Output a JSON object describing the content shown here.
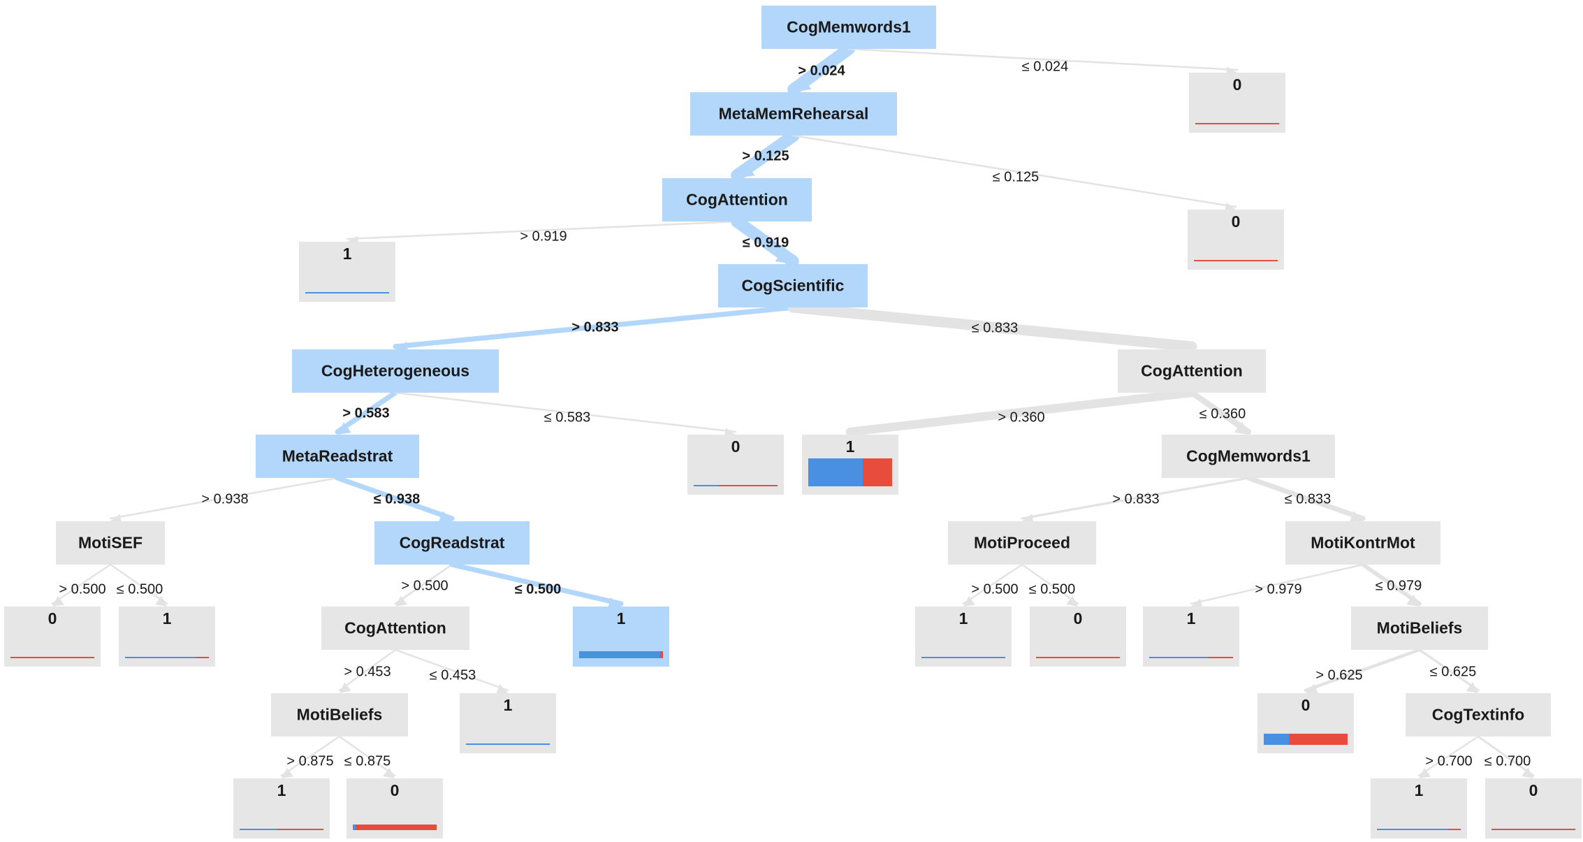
{
  "colors": {
    "highlight_node": "#b3d6fb",
    "node": "#e6e6e6",
    "highlight_edge": "#b3d6fb",
    "edge": "#e3e3e3",
    "class_1": "#4a90e2",
    "class_0": "#e74c3c"
  },
  "nodes": [
    {
      "id": "n0",
      "type": "split",
      "label": "CogMemwords1",
      "highlighted": true
    },
    {
      "id": "n1",
      "type": "split",
      "label": "MetaMemRehearsal",
      "highlighted": true
    },
    {
      "id": "n2",
      "type": "leaf",
      "label": "0",
      "class1_fraction": 0.0,
      "size": 0.01
    },
    {
      "id": "n3",
      "type": "split",
      "label": "CogAttention",
      "highlighted": true
    },
    {
      "id": "n4",
      "type": "leaf",
      "label": "0",
      "class1_fraction": 0.0,
      "size": 0.01
    },
    {
      "id": "n5",
      "type": "leaf",
      "label": "1",
      "class1_fraction": 1.0,
      "size": 0.01
    },
    {
      "id": "n6",
      "type": "split",
      "label": "CogScientific",
      "highlighted": true
    },
    {
      "id": "n7",
      "type": "split",
      "label": "CogHeterogeneous",
      "highlighted": true
    },
    {
      "id": "n8",
      "type": "split",
      "label": "CogAttention",
      "highlighted": false
    },
    {
      "id": "n9",
      "type": "split",
      "label": "MetaReadstrat",
      "highlighted": true
    },
    {
      "id": "n10",
      "type": "leaf",
      "label": "0",
      "class1_fraction": 0.3,
      "size": 0.01
    },
    {
      "id": "n11",
      "type": "leaf",
      "label": "1",
      "class1_fraction": 0.65,
      "size": 1.0
    },
    {
      "id": "n12",
      "type": "split",
      "label": "CogMemwords1",
      "highlighted": false
    },
    {
      "id": "n13",
      "type": "split",
      "label": "MotiSEF",
      "highlighted": false
    },
    {
      "id": "n14",
      "type": "split",
      "label": "CogReadstrat",
      "highlighted": true
    },
    {
      "id": "n15",
      "type": "split",
      "label": "MotiProceed",
      "highlighted": false
    },
    {
      "id": "n16",
      "type": "split",
      "label": "MotiKontrMot",
      "highlighted": false
    },
    {
      "id": "n17",
      "type": "leaf",
      "label": "0",
      "class1_fraction": 0.0,
      "size": 0.01
    },
    {
      "id": "n18",
      "type": "leaf",
      "label": "1",
      "class1_fraction": 0.85,
      "size": 0.01
    },
    {
      "id": "n19",
      "type": "split",
      "label": "CogAttention",
      "highlighted": false
    },
    {
      "id": "n20",
      "type": "leaf",
      "label": "1",
      "class1_fraction": 0.97,
      "size": 0.25,
      "highlighted": true
    },
    {
      "id": "n21",
      "type": "leaf",
      "label": "1",
      "class1_fraction": 1.0,
      "size": 0.01
    },
    {
      "id": "n22",
      "type": "leaf",
      "label": "0",
      "class1_fraction": 0.0,
      "size": 0.01
    },
    {
      "id": "n23",
      "type": "leaf",
      "label": "1",
      "class1_fraction": 0.7,
      "size": 0.01
    },
    {
      "id": "n24",
      "type": "split",
      "label": "MotiBeliefs",
      "highlighted": false
    },
    {
      "id": "n25",
      "type": "split",
      "label": "MotiBeliefs",
      "highlighted": false
    },
    {
      "id": "n26",
      "type": "leaf",
      "label": "1",
      "class1_fraction": 1.0,
      "size": 0.01
    },
    {
      "id": "n27",
      "type": "leaf",
      "label": "0",
      "class1_fraction": 0.3,
      "size": 0.4
    },
    {
      "id": "n28",
      "type": "split",
      "label": "CogTextinfo",
      "highlighted": false
    },
    {
      "id": "n29",
      "type": "leaf",
      "label": "1",
      "class1_fraction": 0.85,
      "size": 0.01
    },
    {
      "id": "n30",
      "type": "leaf",
      "label": "0",
      "class1_fraction": 0.0,
      "size": 0.01
    },
    {
      "id": "n31",
      "type": "leaf",
      "label": "1",
      "class1_fraction": 0.45,
      "size": 0.01
    },
    {
      "id": "n32",
      "type": "leaf",
      "label": "0",
      "class1_fraction": 0.03,
      "size": 0.2
    }
  ],
  "edges": [
    {
      "from": "n0",
      "to": "n1",
      "label": "> 0.024",
      "highlighted": true,
      "weight": 0.6
    },
    {
      "from": "n0",
      "to": "n2",
      "label": "≤ 0.024",
      "highlighted": false,
      "weight": 0.02
    },
    {
      "from": "n1",
      "to": "n3",
      "label": "> 0.125",
      "highlighted": true,
      "weight": 0.6
    },
    {
      "from": "n1",
      "to": "n4",
      "label": "≤ 0.125",
      "highlighted": false,
      "weight": 0.02
    },
    {
      "from": "n3",
      "to": "n5",
      "label": "> 0.919",
      "highlighted": false,
      "weight": 0.02
    },
    {
      "from": "n3",
      "to": "n6",
      "label": "≤ 0.919",
      "highlighted": true,
      "weight": 0.6
    },
    {
      "from": "n6",
      "to": "n7",
      "label": "> 0.833",
      "highlighted": true,
      "weight": 0.2
    },
    {
      "from": "n6",
      "to": "n8",
      "label": "≤ 0.833",
      "highlighted": false,
      "weight": 0.5
    },
    {
      "from": "n7",
      "to": "n9",
      "label": "> 0.583",
      "highlighted": true,
      "weight": 0.2
    },
    {
      "from": "n7",
      "to": "n10",
      "label": "≤ 0.583",
      "highlighted": false,
      "weight": 0.02
    },
    {
      "from": "n8",
      "to": "n11",
      "label": "> 0.360",
      "highlighted": false,
      "weight": 0.4
    },
    {
      "from": "n8",
      "to": "n12",
      "label": "≤ 0.360",
      "highlighted": false,
      "weight": 0.25
    },
    {
      "from": "n9",
      "to": "n13",
      "label": "> 0.938",
      "highlighted": false,
      "weight": 0.02
    },
    {
      "from": "n9",
      "to": "n14",
      "label": "≤ 0.938",
      "highlighted": true,
      "weight": 0.2
    },
    {
      "from": "n12",
      "to": "n15",
      "label": "> 0.833",
      "highlighted": false,
      "weight": 0.05
    },
    {
      "from": "n12",
      "to": "n16",
      "label": "≤ 0.833",
      "highlighted": false,
      "weight": 0.2
    },
    {
      "from": "n13",
      "to": "n17",
      "label": "> 0.500",
      "highlighted": false,
      "weight": 0.02
    },
    {
      "from": "n13",
      "to": "n18",
      "label": "≤ 0.500",
      "highlighted": false,
      "weight": 0.02
    },
    {
      "from": "n14",
      "to": "n19",
      "label": "> 0.500",
      "highlighted": false,
      "weight": 0.03
    },
    {
      "from": "n14",
      "to": "n20",
      "label": "≤ 0.500",
      "highlighted": true,
      "weight": 0.2
    },
    {
      "from": "n15",
      "to": "n21",
      "label": "> 0.500",
      "highlighted": false,
      "weight": 0.02
    },
    {
      "from": "n15",
      "to": "n22",
      "label": "≤ 0.500",
      "highlighted": false,
      "weight": 0.02
    },
    {
      "from": "n16",
      "to": "n23",
      "label": "> 0.979",
      "highlighted": false,
      "weight": 0.02
    },
    {
      "from": "n16",
      "to": "n24",
      "label": "≤ 0.979",
      "highlighted": false,
      "weight": 0.15
    },
    {
      "from": "n19",
      "to": "n25",
      "label": "> 0.453",
      "highlighted": false,
      "weight": 0.02
    },
    {
      "from": "n19",
      "to": "n26",
      "label": "≤ 0.453",
      "highlighted": false,
      "weight": 0.02
    },
    {
      "from": "n24",
      "to": "n27",
      "label": "> 0.625",
      "highlighted": false,
      "weight": 0.1
    },
    {
      "from": "n24",
      "to": "n28",
      "label": "≤ 0.625",
      "highlighted": false,
      "weight": 0.05
    },
    {
      "from": "n25",
      "to": "n31",
      "label": "> 0.875",
      "highlighted": false,
      "weight": 0.02
    },
    {
      "from": "n25",
      "to": "n32",
      "label": "≤ 0.875",
      "highlighted": false,
      "weight": 0.02
    },
    {
      "from": "n28",
      "to": "n29",
      "label": "> 0.700",
      "highlighted": false,
      "weight": 0.02
    },
    {
      "from": "n28",
      "to": "n30",
      "label": "≤ 0.700",
      "highlighted": false,
      "weight": 0.04
    }
  ]
}
